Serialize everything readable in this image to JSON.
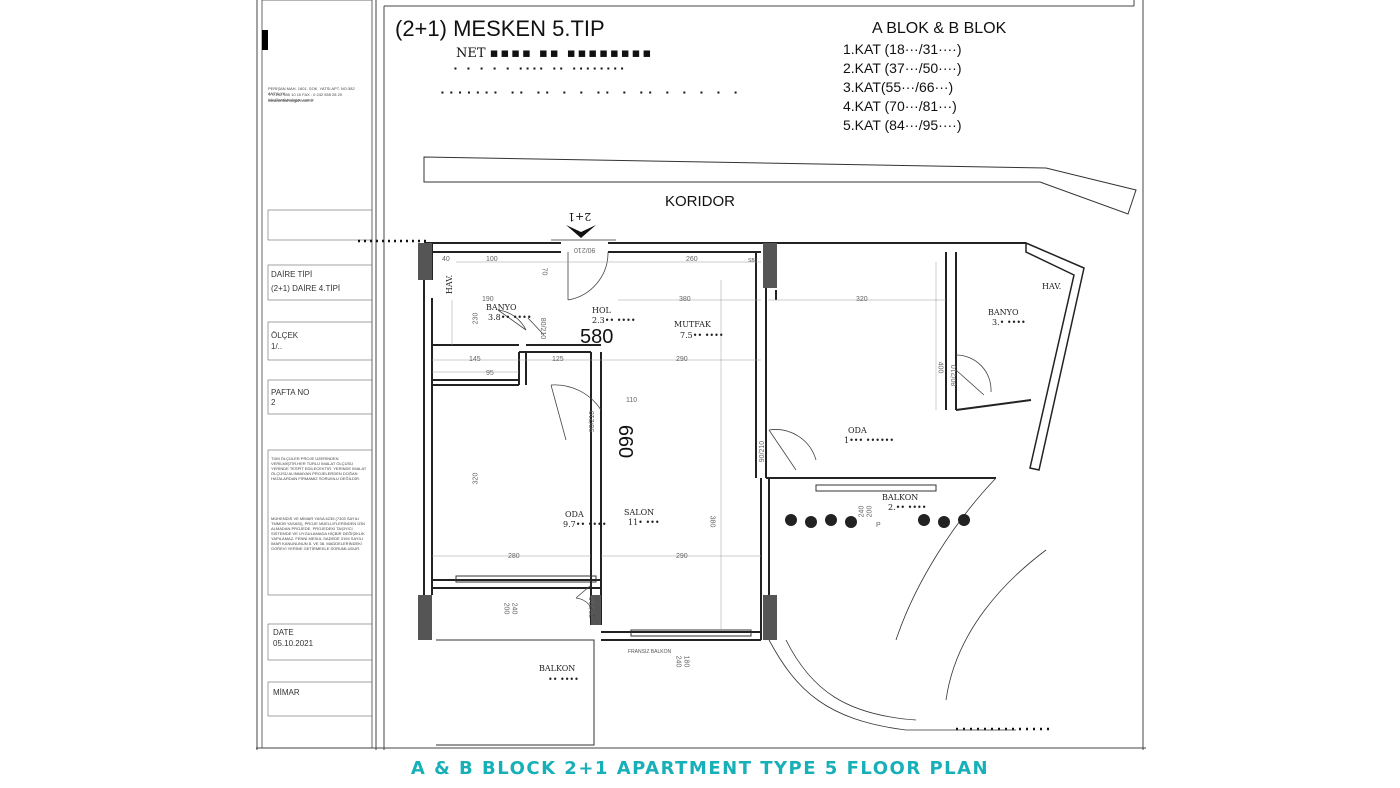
{
  "title_block": {
    "header_small": "PERİŞAN MAH. 1601. SOK. YATSI APT. NO:382 ANTALYA",
    "header_small_2": "T: 0 242 555 10 10 FAX : 0 242 555 28 20   info@serkandogan.com.tr",
    "header_small_3": "www.serkandogan.com.tr",
    "daire_tipi_label": "DAİRE TİPİ",
    "daire_tipi_value": "(2+1) DAİRE 4.TİPİ",
    "olcek_label": "ÖLÇEK",
    "olcek_value": "1/..",
    "pafta_label": "PAFTA NO",
    "pafta_value": "2",
    "note_1": "TÜM ÖLÇÜLER PROJE ÜZERİNDEN VERİLMİŞTİR.HER TÜRLÜ İMALAT ÖLÇÜSÜ YERİNDE TESPİT EDİLECEKTİR. YERİNDE İMALAT ÖLÇÜSÜ ALINMAYAN PROJELERDEN DOĞAN HATALARDAN FİRMAMIZ SORUMLU DEĞİLDİR.",
    "note_2": "MÜHENDİS VE MİMAR YASA 6235 (7303 SAYILI TMMOB YASASI), PROJE MÜELLİFLERİNDEN İZİN ALMADAN PROJEDE, PROJEDEKİ TAŞIYICI SİSTEMDE VE UYGULAMADA HİÇBİR DEĞİŞİKLİK YAPILAMAZ. FENNİ MESUL SADEDE 3194 SAYILI İMAR KANUNUNUN 8. VE 38. MADDELERİNDEKİ GÖREVİ YERİNE GETİRMEKLE SORUMLUDUR.",
    "date_label": "DATE",
    "date_value": "05.10.2021",
    "mimar_label": "MİMAR"
  },
  "plan": {
    "title": "(2+1) MESKEN 5.TIP",
    "net_label": "NET",
    "blocks_title": "A BLOK & B BLOK",
    "floors": [
      "1.KAT (18···/31····)",
      "2.KAT (37···/50····)",
      "3.KAT(55···/66···)",
      "4.KAT (70···/81···)",
      "5.KAT (84···/95····)"
    ],
    "koridor": "KORIDOR",
    "entry_mark": "2+1",
    "rooms": {
      "hol": "HOL",
      "hol_area": "2.3•• ••••",
      "banyo1": "BANYO",
      "banyo1_area": "3.8•• ••••",
      "mutfak": "MUTFAK",
      "mutfak_area": "7.5•• ••••",
      "oda1": "ODA",
      "oda1_area": "9.7•• ••••",
      "salon": "SALON",
      "salon_area": "11• •••",
      "balkon1": "BALKON",
      "balkon1_area": "•• ••••",
      "oda2": "ODA",
      "oda2_area": "1••• ••••••",
      "banyo2": "BANYO",
      "banyo2_area": "3.• ••••",
      "balkon2": "BALKON",
      "balkon2_area": "2.•• ••••",
      "hav1": "HAV.",
      "hav2": "HAV.",
      "fransiz_balkon": "FRANSIZ BALKON",
      "sbt": "SBT"
    },
    "dims": {
      "d_580": "580",
      "d_660": "660",
      "d_380a": "380",
      "d_320a": "320",
      "d_190": "190",
      "d_230": "230",
      "d_145": "145",
      "d_125": "125",
      "d_95": "95",
      "d_290a": "290",
      "d_110": "110",
      "d_320b": "320",
      "d_280": "280",
      "d_290b": "290",
      "d_380b": "380",
      "d_400": "400",
      "d_100": "100",
      "d_260": "260",
      "d_70": "70",
      "d_40": "40",
      "d_9021_a": "90/210",
      "d_8021_a": "80/210",
      "d_9021_b": "90/210",
      "d_9021_c": "90/210",
      "d_7021": "70/210",
      "d_8021_b": "80/210",
      "d_200a": "200",
      "d_240a": "240",
      "d_200b": "200",
      "d_240b": "240",
      "d_180": "180",
      "d_240c": "240",
      "d_p": "P"
    }
  },
  "caption": "A & B BLOCK 2+1 APARTMENT TYPE 5 FLOOR PLAN",
  "colors": {
    "caption": "#17b0b8",
    "wall": "#222222",
    "line": "#555555"
  }
}
